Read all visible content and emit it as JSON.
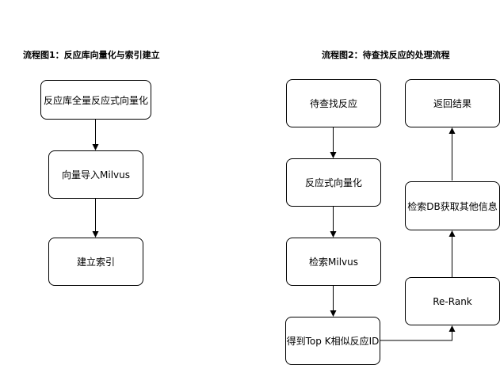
{
  "flow1": {
    "title": "流程图1：反应库向量化与索引建立",
    "nodes": [
      "反应库全量反应式向量化",
      "向量导入Milvus",
      "建立索引"
    ]
  },
  "flow2": {
    "title": "流程图2：待查找反应的处理流程",
    "nodes": {
      "query": "待查找反应",
      "vectorize": "反应式向量化",
      "search": "检索Milvus",
      "topk": "得到Top K相似反应ID",
      "rerank": "Re-Rank",
      "db": "检索DB获取其他信息",
      "result": "返回结果"
    }
  },
  "colors": {
    "stroke": "#000000",
    "fill": "#ffffff"
  }
}
